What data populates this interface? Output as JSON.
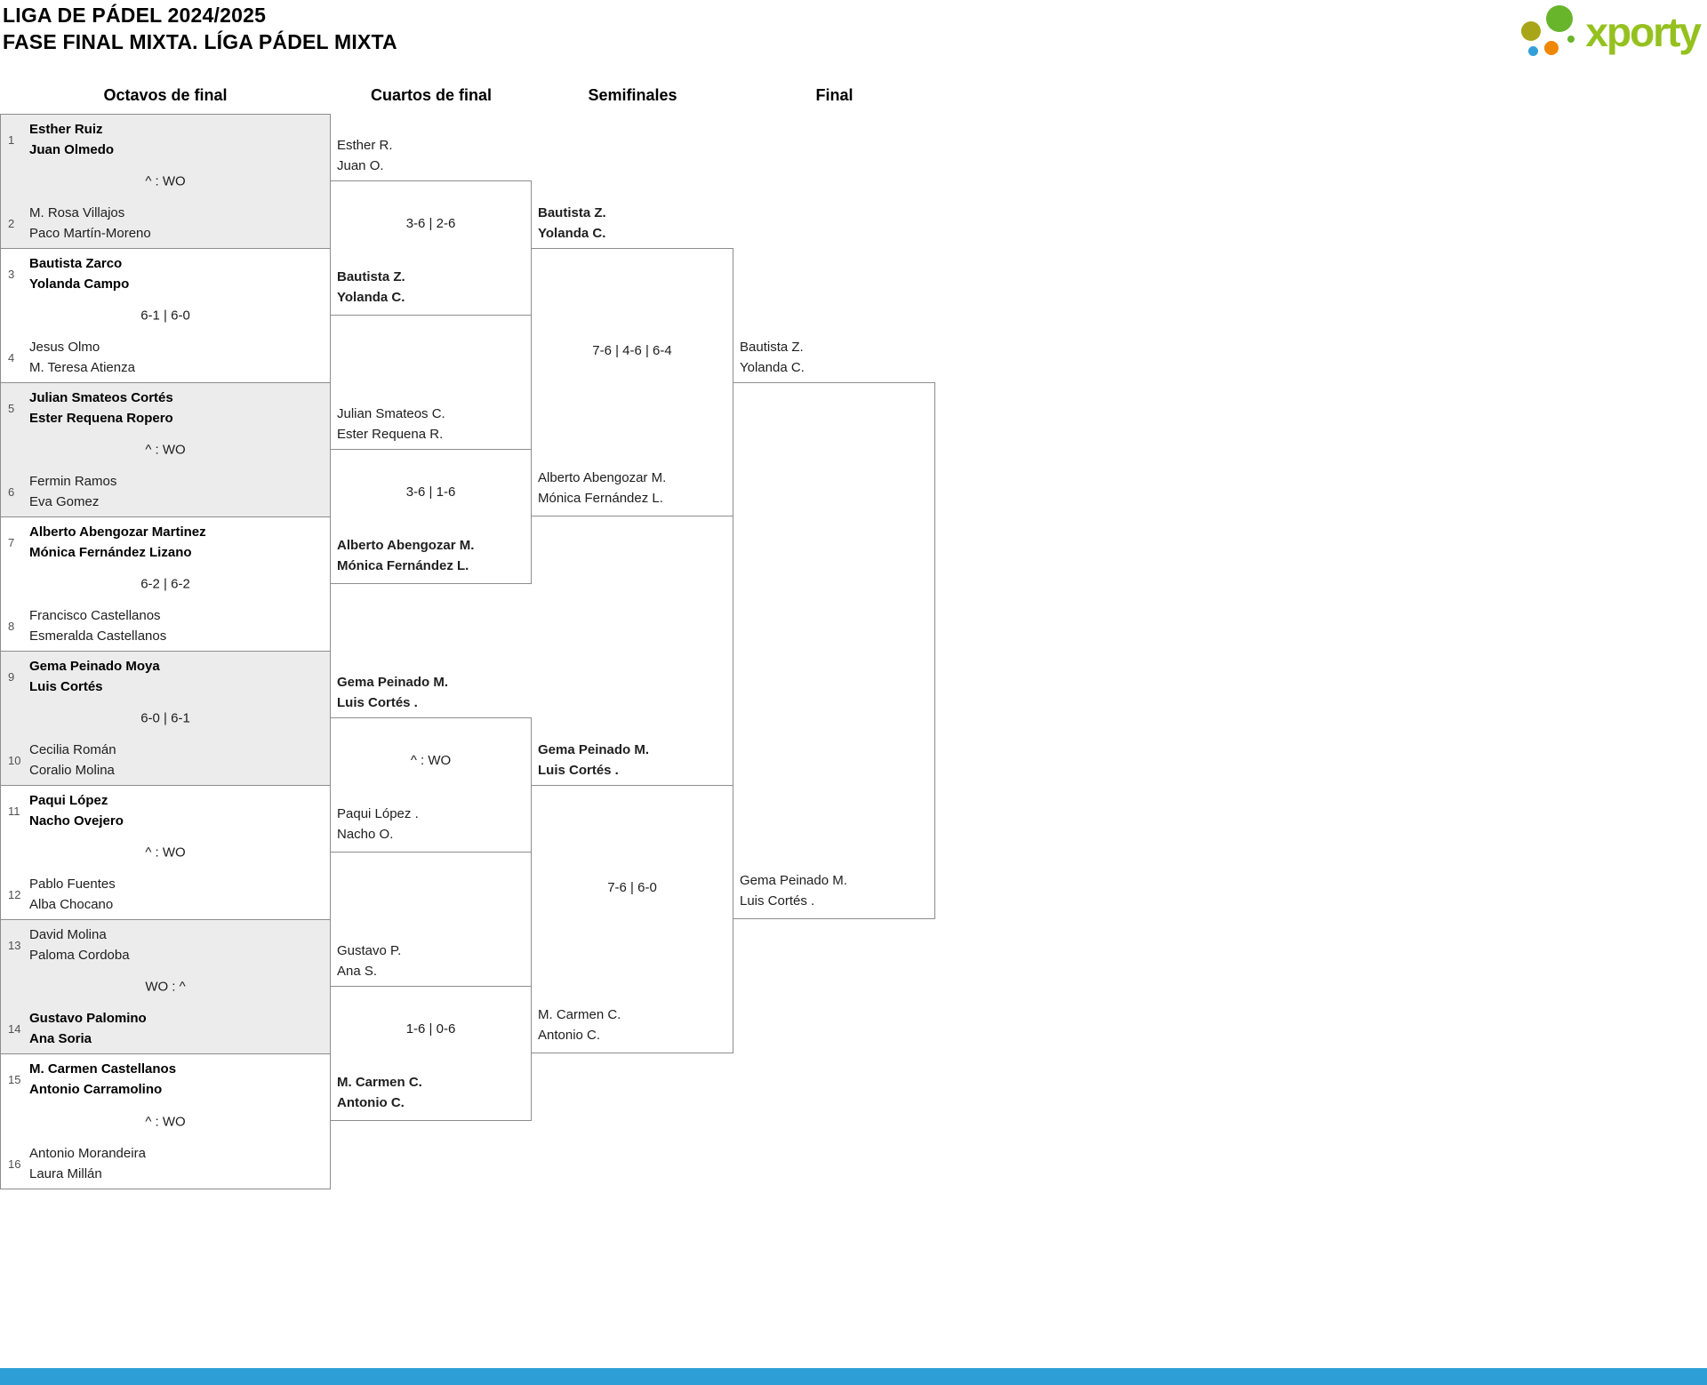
{
  "header": {
    "title": "LIGA DE PÁDEL 2024/2025",
    "subtitle": "FASE FINAL MIXTA. LÍGA PÁDEL MIXTA"
  },
  "logo": {
    "text": "xporty"
  },
  "round_headers": [
    "Octavos de final",
    "Cuartos de final",
    "Semifinales",
    "Final"
  ],
  "r16": [
    {
      "s1": "1",
      "a1": "Esther Ruiz",
      "a2": "Juan Olmedo",
      "score": "^ : WO",
      "s2": "2",
      "b1": "M. Rosa Villajos",
      "b2": "Paco Martín-Moreno",
      "winner": "top"
    },
    {
      "s1": "3",
      "a1": "Bautista Zarco",
      "a2": "Yolanda Campo",
      "score": "6-1 | 6-0",
      "s2": "4",
      "b1": "Jesus Olmo",
      "b2": "M. Teresa Atienza",
      "winner": "top"
    },
    {
      "s1": "5",
      "a1": "Julian Smateos Cortés",
      "a2": "Ester Requena Ropero",
      "score": "^ : WO",
      "s2": "6",
      "b1": "Fermin Ramos",
      "b2": "Eva Gomez",
      "winner": "top"
    },
    {
      "s1": "7",
      "a1": "Alberto Abengozar Martinez",
      "a2": "Mónica Fernández Lizano",
      "score": "6-2 | 6-2",
      "s2": "8",
      "b1": "Francisco Castellanos",
      "b2": "Esmeralda Castellanos",
      "winner": "top"
    },
    {
      "s1": "9",
      "a1": "Gema Peinado Moya",
      "a2": "Luis Cortés",
      "score": "6-0 | 6-1",
      "s2": "10",
      "b1": "Cecilia Román",
      "b2": "Coralio Molina",
      "winner": "top"
    },
    {
      "s1": "11",
      "a1": "Paqui López",
      "a2": "Nacho Ovejero",
      "score": "^ : WO",
      "s2": "12",
      "b1": "Pablo Fuentes",
      "b2": "Alba Chocano",
      "winner": "top"
    },
    {
      "s1": "13",
      "a1": "David Molina",
      "a2": "Paloma Cordoba",
      "score": "WO : ^",
      "s2": "14",
      "b1": "Gustavo Palomino",
      "b2": "Ana Soria",
      "winner": "bottom"
    },
    {
      "s1": "15",
      "a1": "M. Carmen Castellanos",
      "a2": "Antonio Carramolino",
      "score": "^ : WO",
      "s2": "16",
      "b1": "Antonio Morandeira",
      "b2": "Laura Millán",
      "winner": "top"
    }
  ],
  "qf": [
    {
      "a1": "Esther R.",
      "a2": "Juan O.",
      "score": "3-6 | 2-6",
      "b1": "Bautista Z.",
      "b2": "Yolanda C.",
      "winner": "bottom"
    },
    {
      "a1": "Julian Smateos C.",
      "a2": "Ester Requena R.",
      "score": "3-6 | 1-6",
      "b1": "Alberto Abengozar M.",
      "b2": "Mónica Fernández L.",
      "winner": "bottom"
    },
    {
      "a1": "Gema Peinado M.",
      "a2": "Luis Cortés .",
      "score": "^ : WO",
      "b1": "Paqui López .",
      "b2": "Nacho O.",
      "winner": "top"
    },
    {
      "a1": "Gustavo P.",
      "a2": "Ana S.",
      "score": "1-6 | 0-6",
      "b1": "M. Carmen C.",
      "b2": "Antonio C.",
      "winner": "bottom"
    }
  ],
  "sf": [
    {
      "a1": "Bautista Z.",
      "a2": "Yolanda C.",
      "score": "7-6 | 4-6 | 6-4",
      "b1": "Alberto Abengozar M.",
      "b2": "Mónica Fernández L.",
      "winner": "top"
    },
    {
      "a1": "Gema Peinado M.",
      "a2": "Luis Cortés .",
      "score": "7-6 | 6-0",
      "b1": "M. Carmen C.",
      "b2": "Antonio C.",
      "winner": "top"
    }
  ],
  "final": {
    "a1": "Bautista Z.",
    "a2": "Yolanda C.",
    "b1": "Gema Peinado M.",
    "b2": "Luis Cortés ."
  },
  "colors": {
    "line": "#8d8d8d",
    "shade": "#ececec",
    "logo_green": "#95c11f",
    "logo_dot_green": "#68b52b",
    "logo_olive": "#a9a518",
    "logo_orange": "#f08700",
    "logo_blue": "#339fd8",
    "bottom_bar": "#2e9fd6"
  }
}
